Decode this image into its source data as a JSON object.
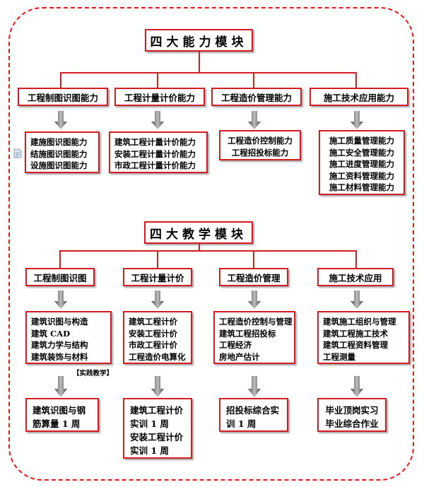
{
  "ability": {
    "title": "四大能力模块",
    "heads": [
      "工程制图识图能力",
      "工程计量计价能力",
      "工程造价管理能力",
      "施工技术应用能力"
    ],
    "lists": [
      [
        "建施图识图能力",
        "结施图识图能力",
        "设施图识图能力"
      ],
      [
        "建筑工程计量计价能力",
        "安装工程计量计价能力",
        "市政工程计量计价能力"
      ],
      [
        "工程造价控制能力",
        "工程招投标能力"
      ],
      [
        "施工质量管理能力",
        "施工安全管理能力",
        "施工进度管理能力",
        "施工资料管理能力",
        "施工材料管理能力"
      ]
    ]
  },
  "teaching": {
    "title": "四大教学模块",
    "heads": [
      "工程制图识图",
      "工程计量计价",
      "工程造价管理",
      "施工技术应用"
    ],
    "lists": [
      [
        "建筑识图与构造",
        "建筑 CAD",
        "建筑力学与结构",
        "建筑装饰与材料"
      ],
      [
        "建筑工程计价",
        "安装工程计价",
        "市政工程计价",
        "工程造价电算化"
      ],
      [
        "工程造价控制与管理",
        "建筑工程招投标",
        "工程经济",
        "房地产估计"
      ],
      [
        "建筑施工组织与管理",
        "建筑工程施工技术",
        "建筑工程资料管理",
        "工程测量"
      ]
    ],
    "practice_note": "【实践教学】",
    "practice": [
      [
        "建筑识图与钢",
        "筋算量 1 周"
      ],
      [
        "建筑工程计价",
        "实训 1 周",
        "安装工程计价",
        "实训 1 周"
      ],
      [
        "招投标综合实",
        "训 1 周"
      ],
      [
        "毕业顶岗实习",
        "毕业综合作业"
      ]
    ]
  },
  "colors": {
    "border": "#d41d22",
    "dashed_frame": "#e8151b",
    "arrow": "#6d6d6d"
  },
  "icons": {
    "document": "document-icon",
    "arrow": "arrow-down-icon"
  }
}
